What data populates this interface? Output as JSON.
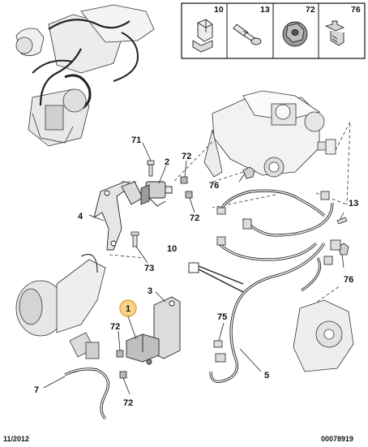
{
  "legend": {
    "cells": [
      {
        "label": "10",
        "icon": "connector-clip-icon"
      },
      {
        "label": "13",
        "icon": "screw-icon"
      },
      {
        "label": "72",
        "icon": "flange-nut-icon"
      },
      {
        "label": "76",
        "icon": "plastic-clip-icon"
      }
    ]
  },
  "callouts": {
    "c71": "71",
    "c2": "2",
    "c72a": "72",
    "c76a": "76",
    "c4": "4",
    "c72b": "72",
    "c10": "10",
    "c13": "13",
    "c73": "73",
    "c76b": "76",
    "c3": "3",
    "c1": "1",
    "c75": "75",
    "c72c": "72",
    "c5": "5",
    "c7": "7",
    "c72d": "72"
  },
  "footer": {
    "date": "11/2012",
    "ref": "00078919"
  },
  "colors": {
    "line": "#1a1a1a",
    "highlight_fill": "#f6d38a",
    "highlight_ring": "#e8a33a",
    "part_fill": "#f2f2f2"
  }
}
